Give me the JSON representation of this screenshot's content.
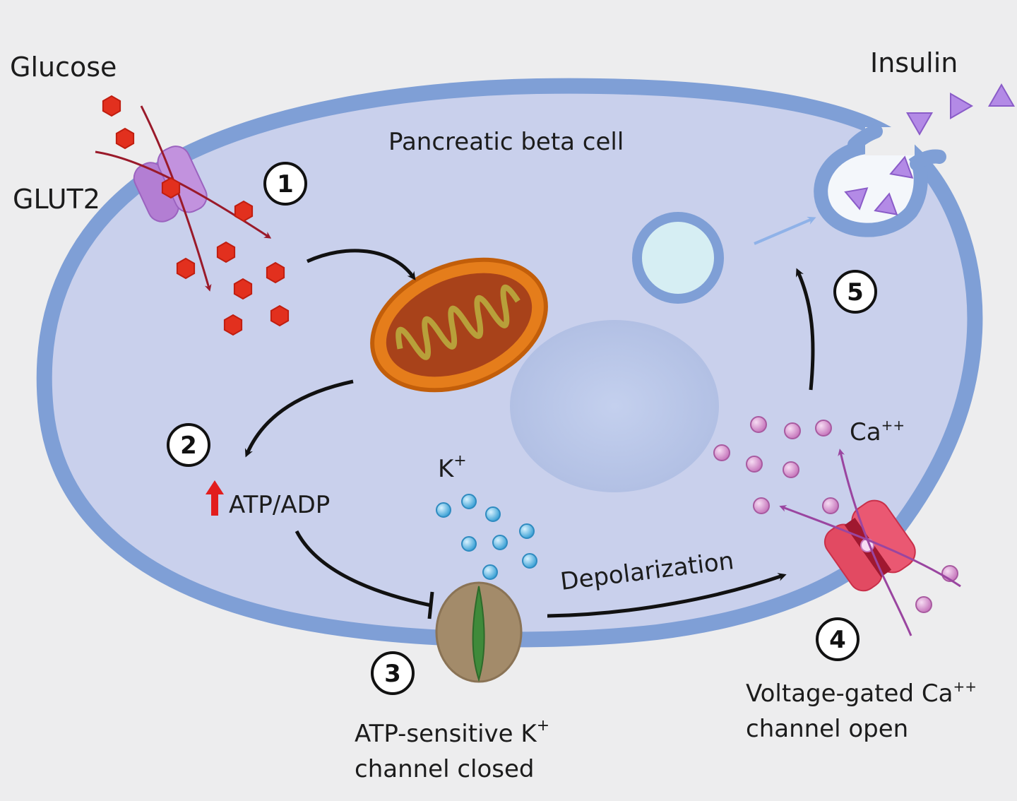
{
  "labels": {
    "glucose": "Glucose",
    "glut2": "GLUT2",
    "insulin": "Insulin",
    "cell": "Pancreatic beta cell",
    "atp_adp": "ATP/ADP",
    "k_ion": "K",
    "k_charge": "+",
    "ca_ion": "Ca",
    "ca_charge": "++",
    "depolarization": "Depolarization",
    "katp_line1": "ATP-sensitive K",
    "katp_charge": "+",
    "katp_line2": "channel closed",
    "vgcc_line1": "Voltage-gated Ca",
    "vgcc_charge": "++",
    "vgcc_line2": "channel open"
  },
  "steps": [
    "1",
    "2",
    "3",
    "4",
    "5"
  ],
  "colors": {
    "background": "#ededee",
    "membrane": "#7f9fd6",
    "cytoplasm": "#c9d0ec",
    "nucleus": "#b8c6e6",
    "glucose": "#e0301e",
    "glut2": "#b07ad0",
    "mitochondrion": "#e07a1c",
    "insulin": "#a77fe0",
    "vesicle": "#d6eef3",
    "k_ion": "#6fc0e8",
    "ca_ion": "#e0a0d8",
    "k_channel": "#a08a6a",
    "ca_channel": "#e0405a",
    "up_arrow": "#e21d1d"
  }
}
